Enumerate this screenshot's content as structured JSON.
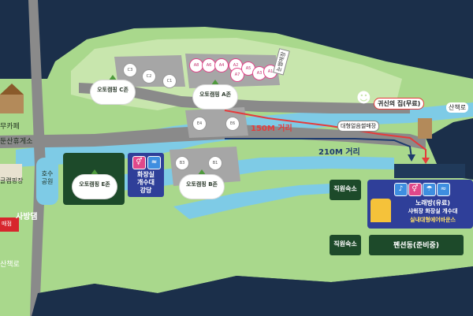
{
  "map": {
    "left_labels": {
      "cafe": "무카페",
      "rest_area": "둔산휴게소",
      "glamping": "글램핑장",
      "dam": "사방댐",
      "trail": "산책로",
      "shop": "매점"
    },
    "lake": {
      "label": "호수공원"
    },
    "zones": {
      "c": "오토캠핑 C존",
      "a": "오토캠핑 A존",
      "e": "오토캠핑 E존",
      "b": "오토캠핑 B존"
    },
    "sites": {
      "c": [
        "C3",
        "C2",
        "C1"
      ],
      "a": [
        "A8",
        "A6",
        "A4",
        "A2",
        "A7",
        "A5",
        "A3",
        "A1"
      ],
      "e": [
        "E4",
        "E6"
      ],
      "b": [
        "B3",
        "B1"
      ]
    },
    "facility_block": {
      "line1": "화장실",
      "line2": "개수대",
      "line3": "강당"
    },
    "distances": {
      "d150": "150M 거리",
      "d210": "210M 거리"
    },
    "labels": {
      "snow_sled": "눈썰매장",
      "ice_sled": "대형얼음썰매장",
      "ghost_house": "귀신의 집(무료)",
      "trail_right": "산책로"
    },
    "buildings": {
      "staff_top": "직원숙소",
      "staff_bottom": "직원숙소",
      "pension": "펜션동(준비중)"
    },
    "info_panel": {
      "line1": "노래방(유료)",
      "line2": "샤워장 화장실 개수대",
      "line3": "실내대형에어바운스"
    },
    "colors": {
      "water": "#1b2f4a",
      "grass": "#a9d88c",
      "road": "#8a8a8a",
      "river": "#7ecbe6",
      "accent_red": "#e53b3b",
      "panel_blue": "#2f3f99",
      "dark_green": "#1d4a2a"
    }
  }
}
